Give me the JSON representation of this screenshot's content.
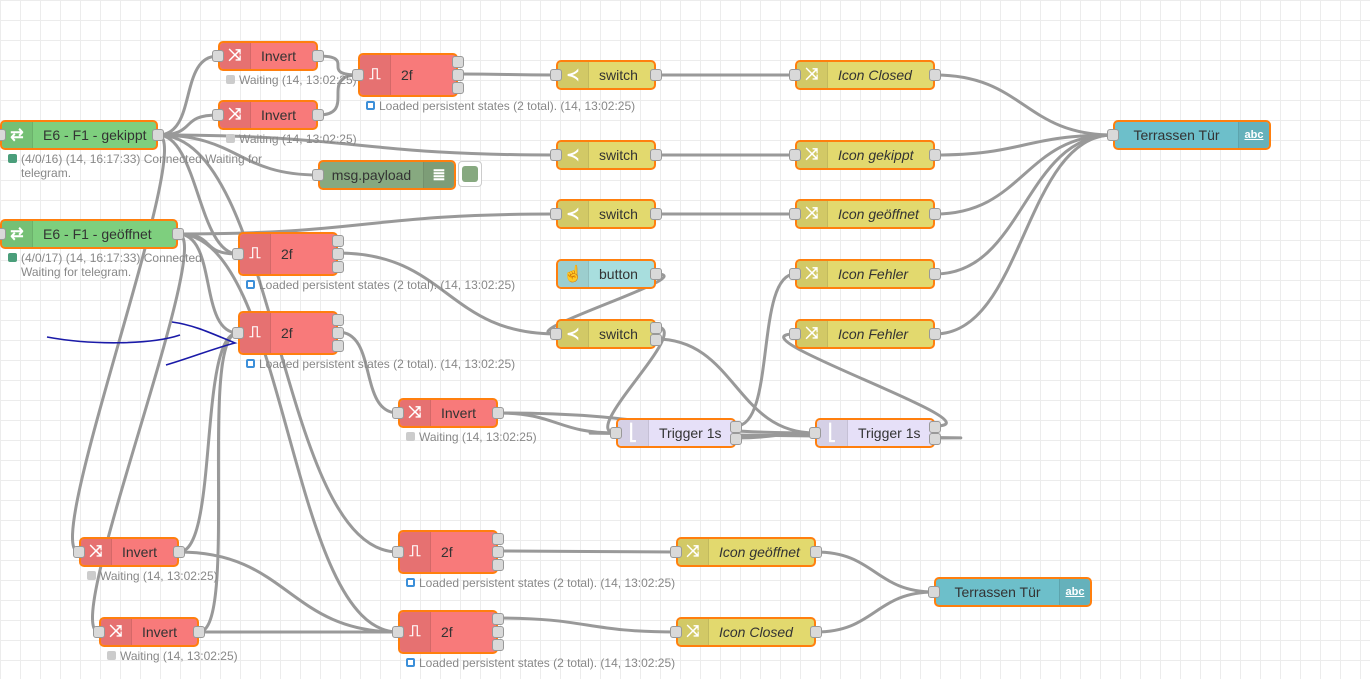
{
  "editor": {
    "nodes": {
      "knx1": {
        "label": "E6 - F1 - gekippt",
        "status": "(4/0/16) (14, 16:17:33) Connected Waiting for telegram.",
        "icon": "knx-icon"
      },
      "knx2": {
        "label": "E6 - F1 - geöffnet",
        "status": "(4/0/17) (14, 16:17:33) Connected Waiting for telegram.",
        "icon": "knx-icon"
      },
      "inv1": {
        "label": "Invert",
        "status": "Waiting (14, 13:02:25)",
        "icon": "shuffle-icon"
      },
      "inv2": {
        "label": "Invert",
        "status": "Waiting (14, 13:02:25)",
        "icon": "shuffle-icon"
      },
      "f2a": {
        "label": "2f",
        "status": "Loaded persistent states (2 total). (14, 13:02:25)",
        "icon": "pulse-icon"
      },
      "dbg": {
        "label": "msg.payload",
        "icon": "list-icon"
      },
      "sw1": {
        "label": "switch",
        "icon": "switch-icon"
      },
      "sw2": {
        "label": "switch",
        "icon": "switch-icon"
      },
      "sw3": {
        "label": "switch",
        "icon": "switch-icon"
      },
      "btn": {
        "label": "button",
        "icon": "hand-icon"
      },
      "sw4": {
        "label": "switch",
        "icon": "switch-icon"
      },
      "ic1": {
        "label": "Icon Closed",
        "icon": "shuffle-icon"
      },
      "ic2": {
        "label": "Icon gekippt",
        "icon": "shuffle-icon"
      },
      "ic3": {
        "label": "Icon geöffnet",
        "icon": "shuffle-icon"
      },
      "ic4": {
        "label": "Icon Fehler",
        "icon": "shuffle-icon"
      },
      "ic5": {
        "label": "Icon Fehler",
        "icon": "shuffle-icon"
      },
      "tt1": {
        "label": "Terrassen Tür",
        "icon": "abc"
      },
      "f2b": {
        "label": "2f",
        "status": "Loaded persistent states (2 total). (14, 13:02:25)",
        "icon": "pulse-icon"
      },
      "f2c": {
        "label": "2f",
        "status": "Loaded persistent states (2 total). (14, 13:02:25)",
        "icon": "pulse-icon"
      },
      "inv3": {
        "label": "Invert",
        "status": "Waiting (14, 13:02:25)",
        "icon": "shuffle-icon"
      },
      "tr1": {
        "label": "Trigger 1s",
        "icon": "trigger-icon"
      },
      "tr2": {
        "label": "Trigger 1s",
        "icon": "trigger-icon"
      },
      "inv4": {
        "label": "Invert",
        "status": "Waiting (14, 13:02:25)",
        "icon": "shuffle-icon"
      },
      "inv5": {
        "label": "Invert",
        "status": "Waiting (14, 13:02:25)",
        "icon": "shuffle-icon"
      },
      "f2d": {
        "label": "2f",
        "status": "Loaded persistent states (2 total). (14, 13:02:25)",
        "icon": "pulse-icon"
      },
      "f2e": {
        "label": "2f",
        "status": "Loaded persistent states (2 total). (14, 13:02:25)",
        "icon": "pulse-icon"
      },
      "ic6": {
        "label": "Icon geöffnet",
        "icon": "shuffle-icon"
      },
      "ic7": {
        "label": "Icon Closed",
        "icon": "shuffle-icon"
      },
      "tt2": {
        "label": "Terrassen Tür",
        "icon": "abc"
      }
    },
    "colors": {
      "selected_border": "#ff7f0e",
      "wire": "#999999",
      "annotation": "#1a1aa8"
    }
  }
}
